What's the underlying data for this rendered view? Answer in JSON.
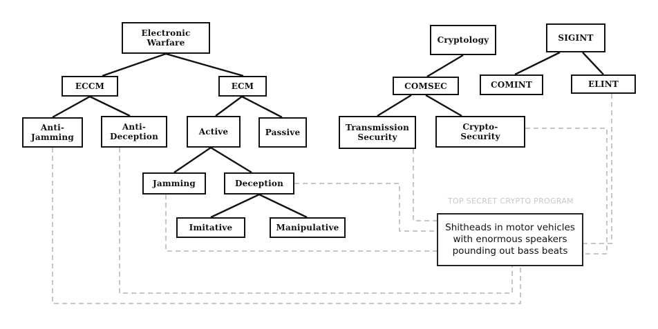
{
  "nodes": {
    "ew": "Electronic\nWarfare",
    "eccm": "ECCM",
    "ecm": "ECM",
    "anti_jamming": "Anti-\nJamming",
    "anti_deception": "Anti-\nDeception",
    "active": "Active",
    "passive": "Passive",
    "jamming": "Jamming",
    "deception": "Deception",
    "imitative": "Imitative",
    "manipulative": "Manipulative",
    "cryptology": "Cryptology",
    "sigint": "SIGINT",
    "comsec": "COMSEC",
    "comint": "COMINT",
    "elint": "ELINT",
    "transmission_security": "Transmission\nSecurity",
    "crypto_security": "Crypto-\nSecurity"
  },
  "annotation": {
    "title": "TOP SECRET CRYPTO PROGRAM",
    "text": "Shitheads in motor vehicles\nwith enormous speakers\npounding out bass beats"
  },
  "colors": {
    "tree_lines": "#111111",
    "dashed_links": "#b4b4b4",
    "annotation_title": "#c8c8c8"
  }
}
